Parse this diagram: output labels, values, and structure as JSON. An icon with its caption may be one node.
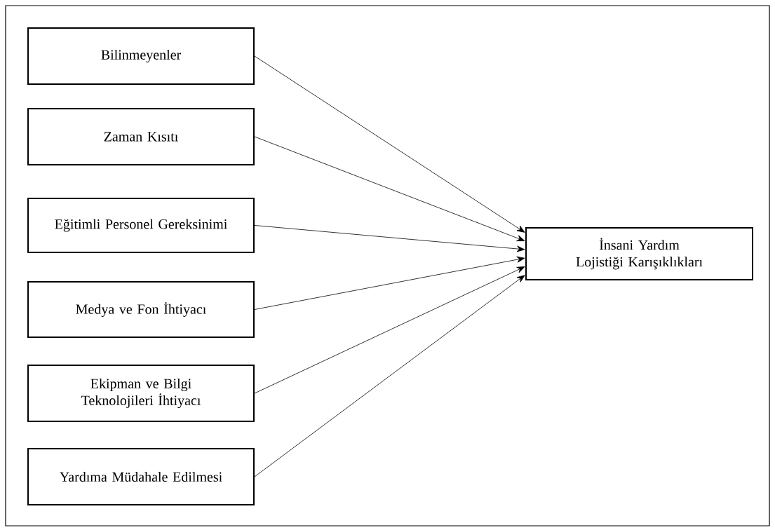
{
  "diagram": {
    "nodes": [
      {
        "text": [
          "Bilinmeyenler"
        ]
      },
      {
        "text": [
          "Zaman Kısıtı"
        ]
      },
      {
        "text": [
          "Eğitimli  Personel Gereksinimi"
        ]
      },
      {
        "text": [
          "Medya ve Fon İhtiyacı"
        ]
      },
      {
        "text": [
          "Ekipman ve Bilgi Teknolojileri İhtiyacı"
        ]
      },
      {
        "text": [
          "Yardıma Müdahale Edilmesi"
        ]
      },
      {
        "text": [
          "İnsani Yardım Lojistiği Karışıklıkları"
        ]
      }
    ],
    "edges": [
      {
        "from": 0,
        "to": 6,
        "arrow": "to"
      },
      {
        "from": 1,
        "to": 6,
        "arrow": "to"
      },
      {
        "from": 2,
        "to": 6,
        "arrow": "to"
      },
      {
        "from": 3,
        "to": 6,
        "arrow": "to"
      },
      {
        "from": 4,
        "to": 6,
        "arrow": "to"
      },
      {
        "from": 5,
        "to": 6,
        "arrow": "to"
      }
    ]
  }
}
